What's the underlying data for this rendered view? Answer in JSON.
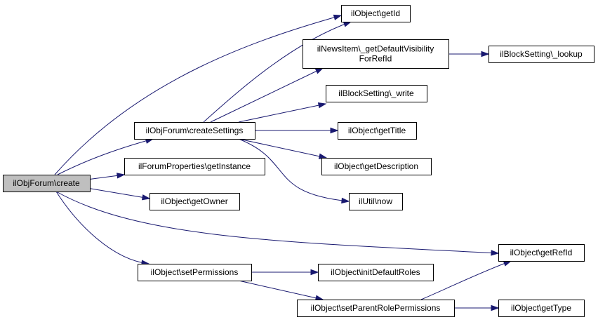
{
  "diagram": {
    "nodes": [
      {
        "id": "create",
        "lines": [
          "ilObjForum\\create"
        ],
        "root": true
      },
      {
        "id": "createSettings",
        "lines": [
          "ilObjForum\\createSettings"
        ]
      },
      {
        "id": "getInstance",
        "lines": [
          "ilForumProperties\\getInstance"
        ]
      },
      {
        "id": "getOwner",
        "lines": [
          "ilObject\\getOwner"
        ]
      },
      {
        "id": "setPermissions",
        "lines": [
          "ilObject\\setPermissions"
        ]
      },
      {
        "id": "getId",
        "lines": [
          "ilObject\\getId"
        ]
      },
      {
        "id": "newsVisibility",
        "lines": [
          "ilNewsItem\\_getDefaultVisibility",
          "ForRefId"
        ]
      },
      {
        "id": "blockWrite",
        "lines": [
          "ilBlockSetting\\_write"
        ]
      },
      {
        "id": "getTitle",
        "lines": [
          "ilObject\\getTitle"
        ]
      },
      {
        "id": "getDescription",
        "lines": [
          "ilObject\\getDescription"
        ]
      },
      {
        "id": "now",
        "lines": [
          "ilUtil\\now"
        ]
      },
      {
        "id": "initDefaultRoles",
        "lines": [
          "ilObject\\initDefaultRoles"
        ]
      },
      {
        "id": "setParentRolePermissions",
        "lines": [
          "ilObject\\setParentRolePermissions"
        ]
      },
      {
        "id": "blockLookup",
        "lines": [
          "ilBlockSetting\\_lookup"
        ]
      },
      {
        "id": "getRefId",
        "lines": [
          "ilObject\\getRefId"
        ]
      },
      {
        "id": "getType",
        "lines": [
          "ilObject\\getType"
        ]
      }
    ],
    "edges": [
      {
        "from": "create",
        "to": "getId"
      },
      {
        "from": "create",
        "to": "createSettings"
      },
      {
        "from": "create",
        "to": "getInstance"
      },
      {
        "from": "create",
        "to": "getOwner"
      },
      {
        "from": "create",
        "to": "getRefId"
      },
      {
        "from": "create",
        "to": "setPermissions"
      },
      {
        "from": "createSettings",
        "to": "getId"
      },
      {
        "from": "createSettings",
        "to": "newsVisibility"
      },
      {
        "from": "createSettings",
        "to": "blockWrite"
      },
      {
        "from": "createSettings",
        "to": "getTitle"
      },
      {
        "from": "createSettings",
        "to": "getDescription"
      },
      {
        "from": "createSettings",
        "to": "now"
      },
      {
        "from": "newsVisibility",
        "to": "blockLookup"
      },
      {
        "from": "setPermissions",
        "to": "initDefaultRoles"
      },
      {
        "from": "setPermissions",
        "to": "setParentRolePermissions"
      },
      {
        "from": "setParentRolePermissions",
        "to": "getRefId"
      },
      {
        "from": "setParentRolePermissions",
        "to": "getType"
      }
    ],
    "colors": {
      "edge": "#191970",
      "root_fill": "#bfbfbf",
      "node_fill": "#ffffff",
      "border": "#000000"
    }
  }
}
